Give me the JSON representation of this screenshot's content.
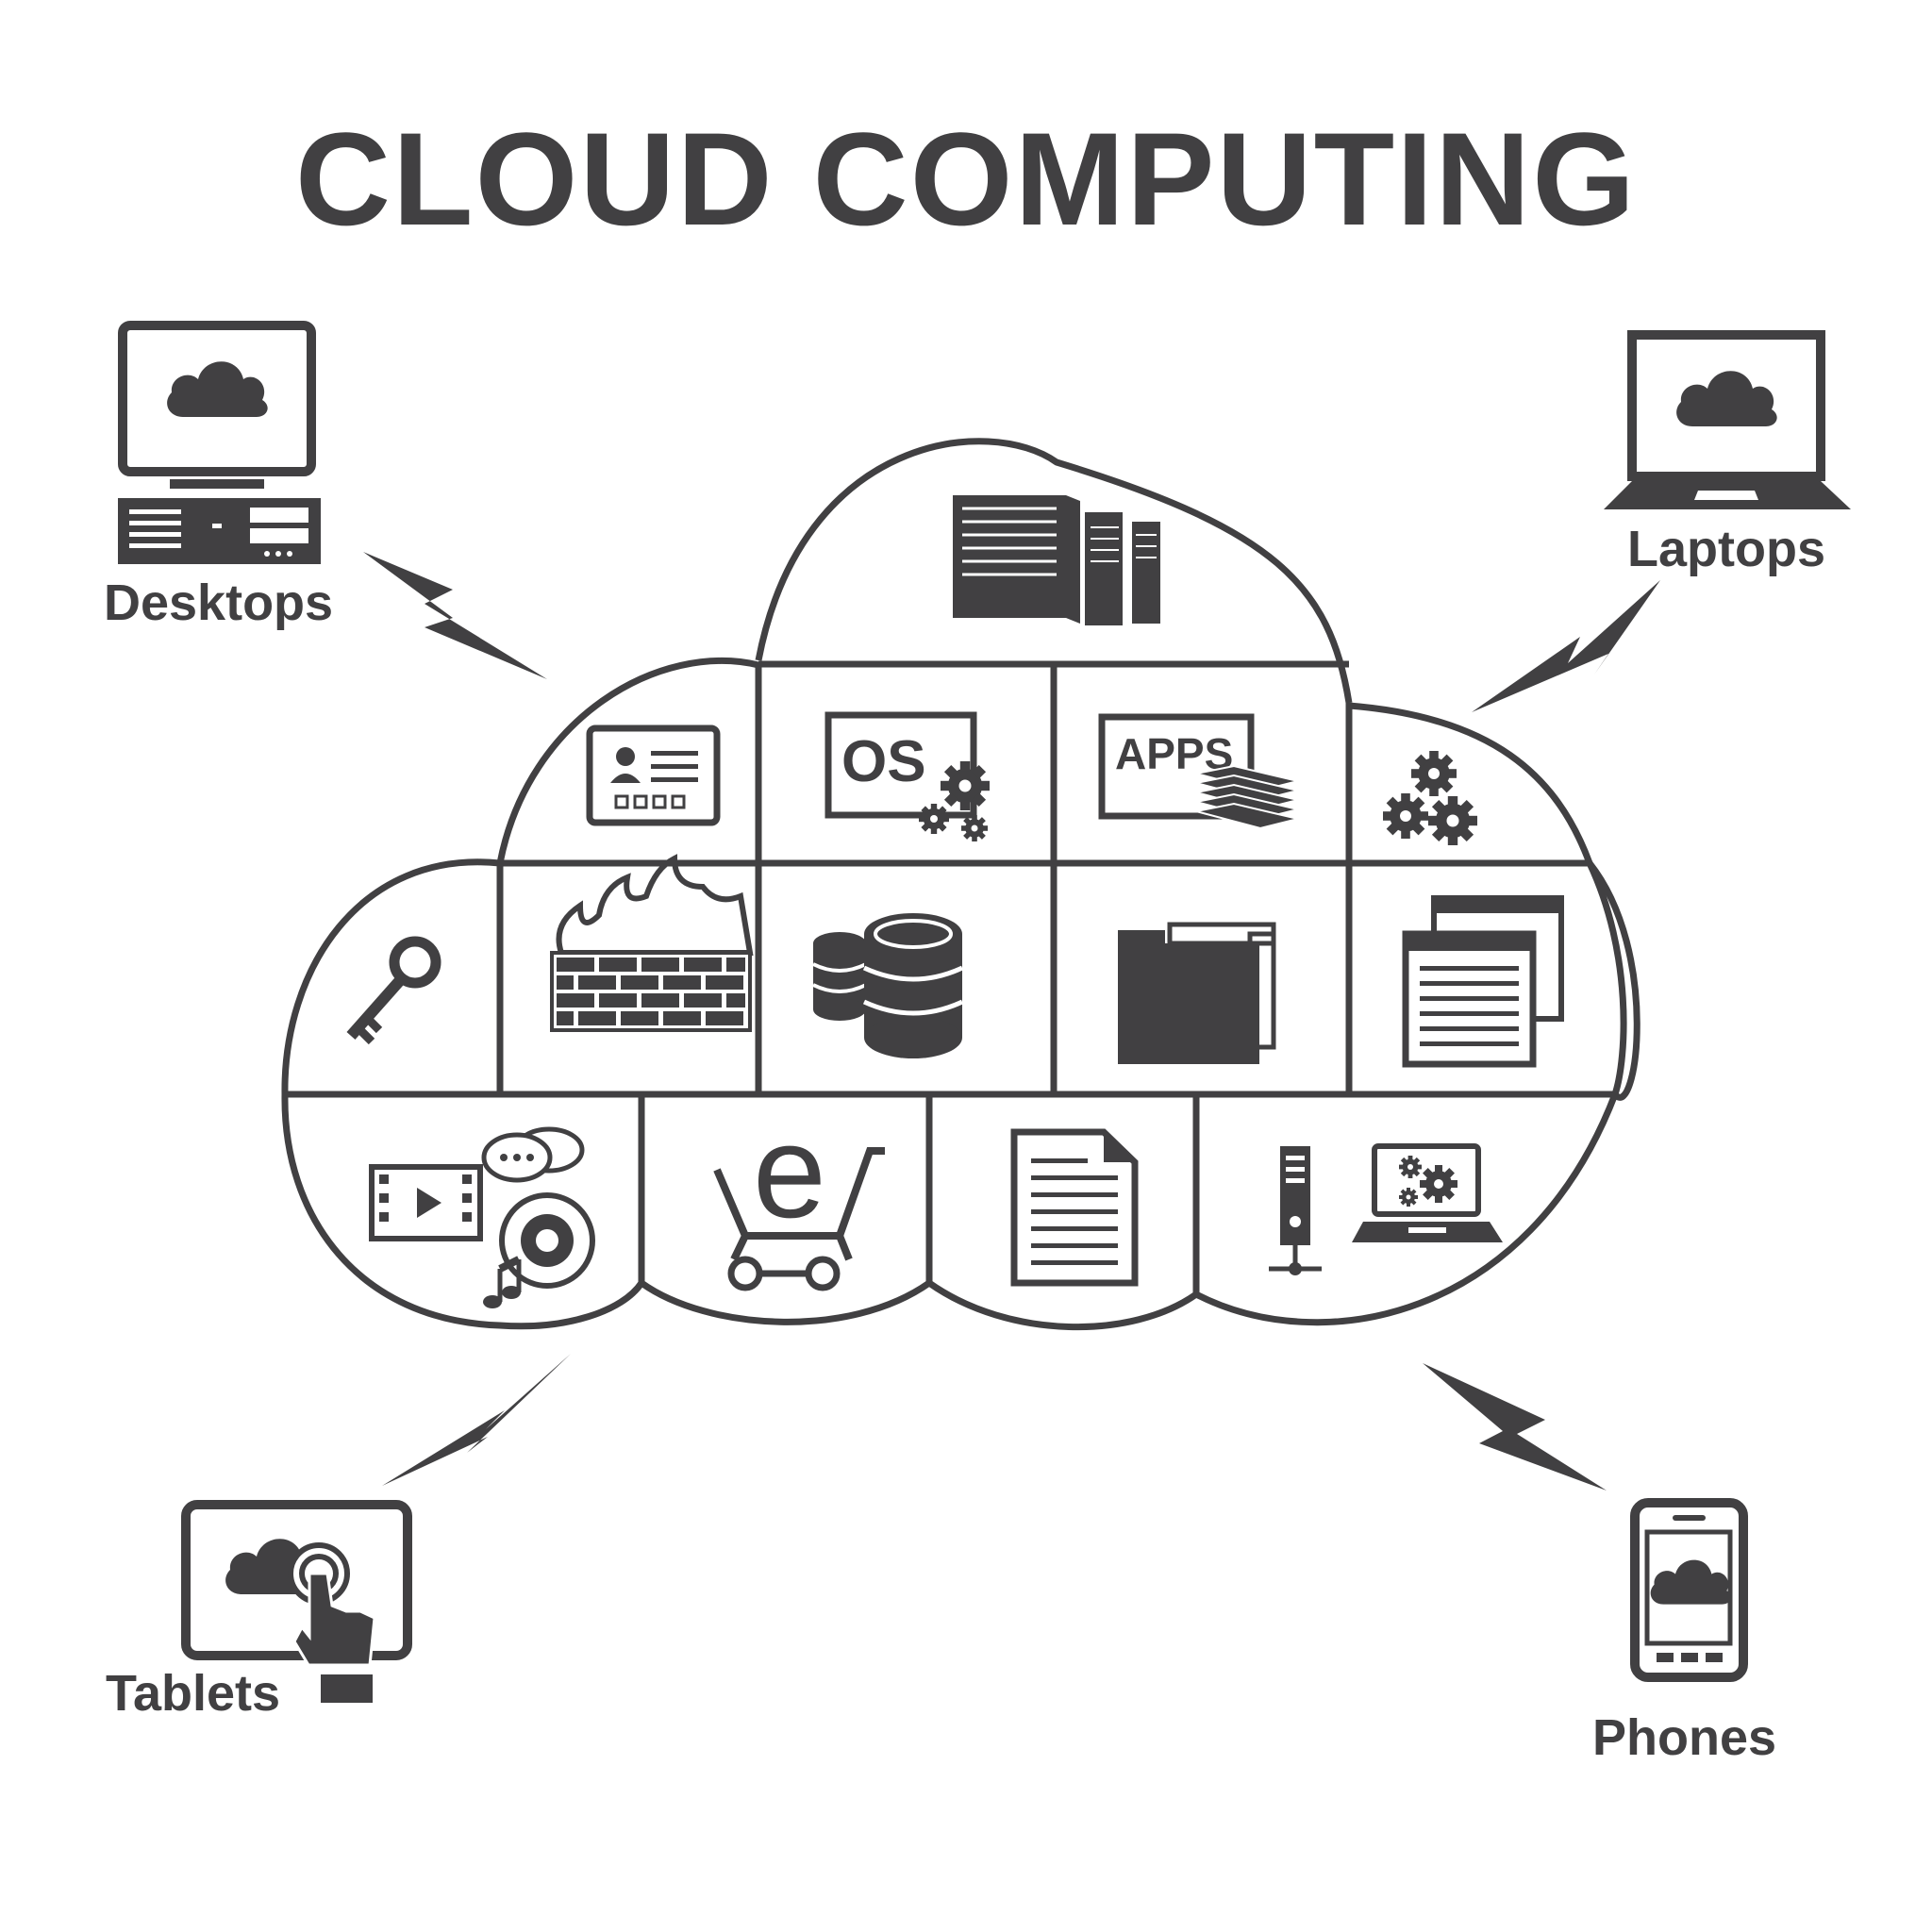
{
  "title": "CLOUD COMPUTING",
  "colors": {
    "ink": "#414042",
    "background": "#ffffff"
  },
  "devices": [
    {
      "id": "desktops",
      "label": "Desktops",
      "icon": "desktop-computer-icon"
    },
    {
      "id": "laptops",
      "label": "Laptops",
      "icon": "laptop-icon"
    },
    {
      "id": "tablets",
      "label": "Tablets",
      "icon": "tablet-touch-icon"
    },
    {
      "id": "phones",
      "label": "Phones",
      "icon": "smartphone-icon"
    }
  ],
  "cloud_cells": [
    {
      "icon": "server-rack-icon"
    },
    {
      "icon": "id-card-icon"
    },
    {
      "icon": "os-settings-icon",
      "text": "OS"
    },
    {
      "icon": "apps-stack-icon",
      "text": "APPS"
    },
    {
      "icon": "gears-icon"
    },
    {
      "icon": "key-icon"
    },
    {
      "icon": "firewall-icon"
    },
    {
      "icon": "database-icon"
    },
    {
      "icon": "folder-icon"
    },
    {
      "icon": "windows-icon"
    },
    {
      "icon": "media-chat-icon"
    },
    {
      "icon": "e-commerce-cart-icon",
      "text": "e"
    },
    {
      "icon": "document-icon"
    },
    {
      "icon": "server-laptop-settings-icon"
    }
  ],
  "connectors": [
    {
      "icon": "lightning-icon"
    },
    {
      "icon": "lightning-icon"
    },
    {
      "icon": "lightning-icon"
    },
    {
      "icon": "lightning-icon"
    }
  ]
}
